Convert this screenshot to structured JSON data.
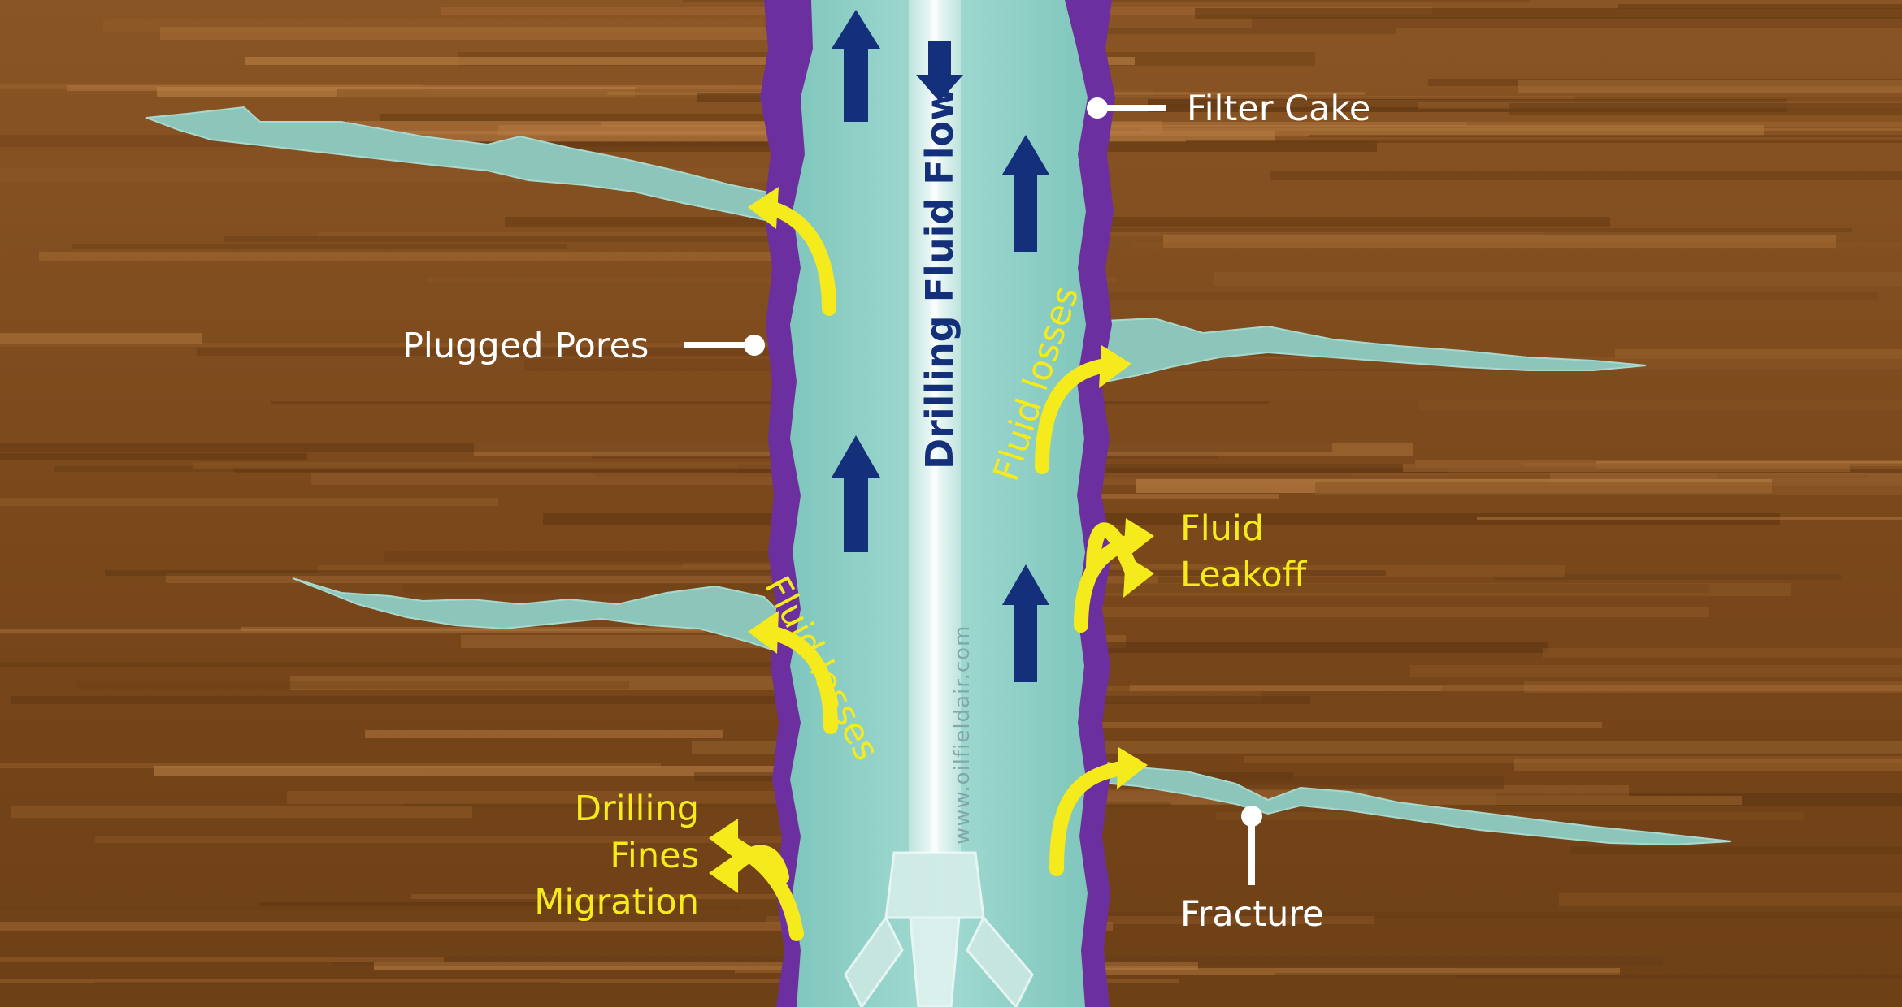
{
  "diagram": {
    "labels": {
      "filter_cake": "Filter Cake",
      "plugged_pores": "Plugged Pores",
      "fluid_losses_right": "Fluid losses",
      "fluid_losses_left": "Fluid losses",
      "fluid_leakoff_line1": "Fluid",
      "fluid_leakoff_line2": "Leakoff",
      "drilling_fines_line1": "Drilling",
      "drilling_fines_line2": "Fines",
      "drilling_fines_line3": "Migration",
      "fracture": "Fracture",
      "drilling_fluid_flow": "Drilling Fluid Flow",
      "watermark": "www.oilfieldair.com"
    },
    "colors": {
      "formation": "#7a4a1c",
      "formation_light": "#a8713a",
      "fluid": "#8ecfc6",
      "filter_cake": "#6b2fa0",
      "flow_arrow": "#15307a",
      "leak_arrow": "#f4ea1c",
      "label_white": "#ffffff",
      "label_yellow": "#f4ea1c"
    }
  }
}
